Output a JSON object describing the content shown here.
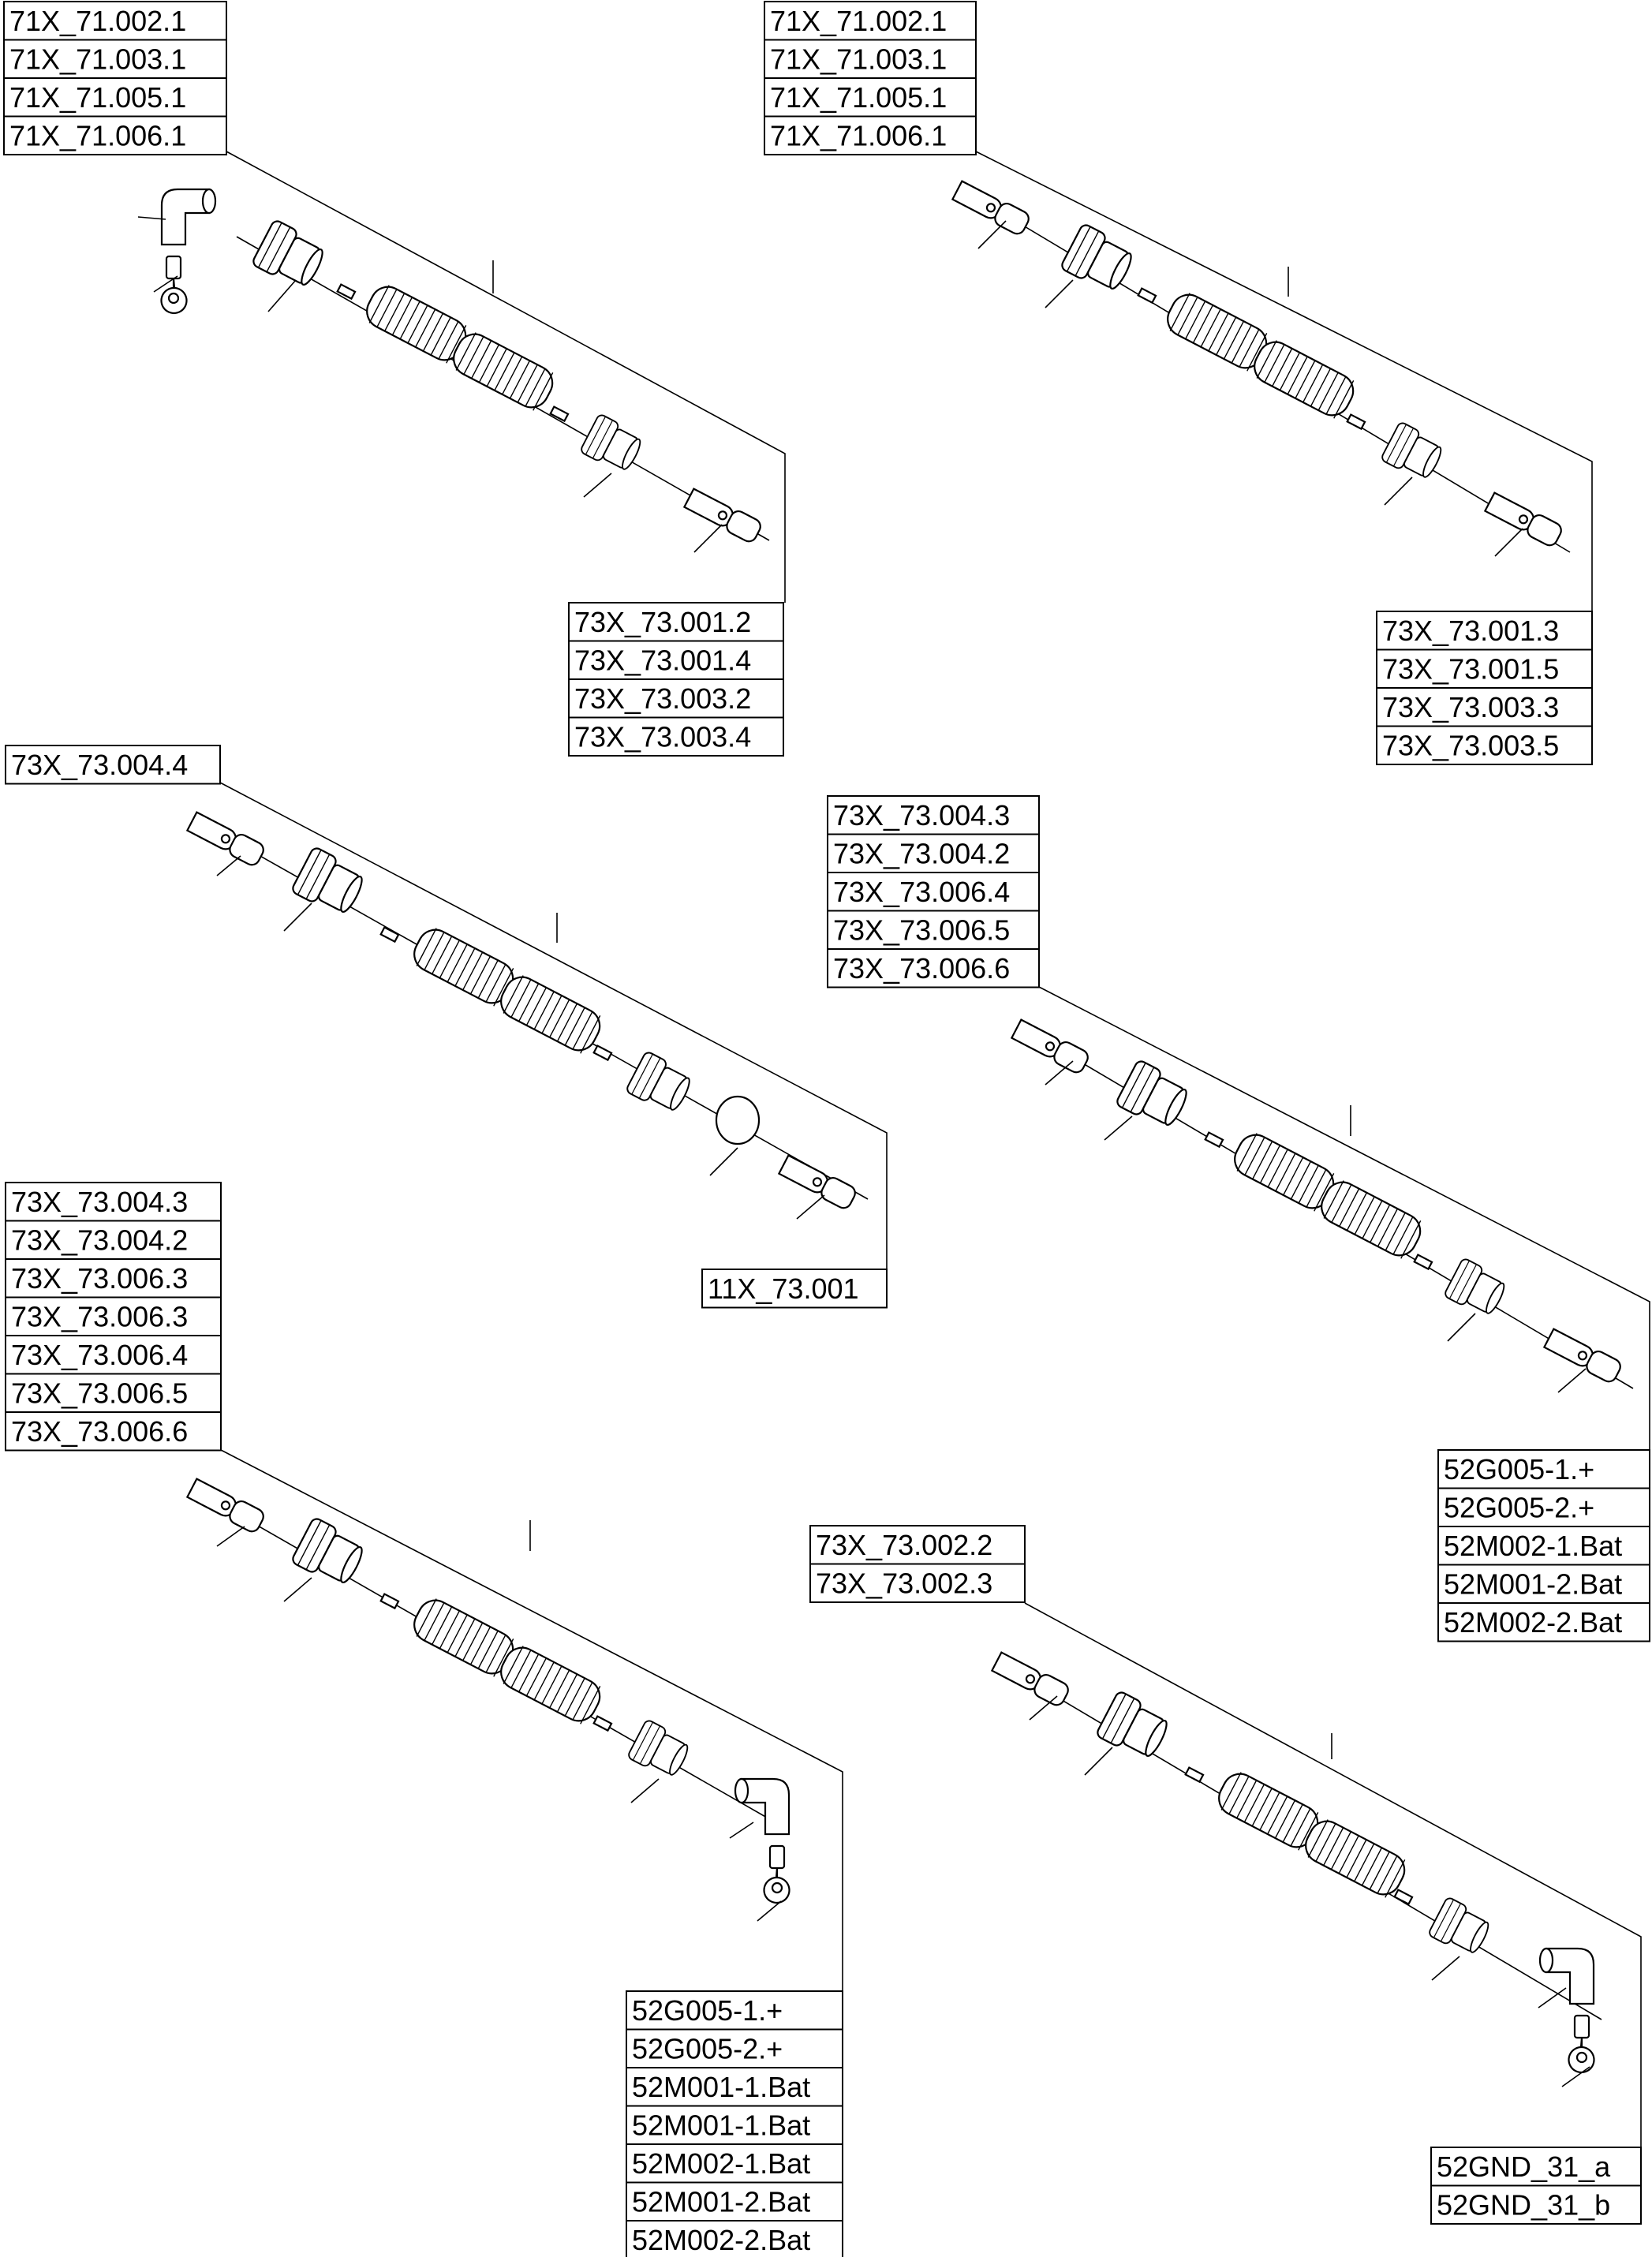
{
  "label_groups": [
    {
      "id": "g1",
      "labels": [
        "71X_71.002.1",
        "71X_71.003.1",
        "71X_71.005.1",
        "71X_71.006.1"
      ]
    },
    {
      "id": "g2",
      "labels": [
        "73X_73.001.2",
        "73X_73.001.4",
        "73X_73.003.2",
        "73X_73.003.4"
      ]
    },
    {
      "id": "g3",
      "labels": [
        "71X_71.002.1",
        "71X_71.003.1",
        "71X_71.005.1",
        "71X_71.006.1"
      ]
    },
    {
      "id": "g4",
      "labels": [
        "73X_73.001.3",
        "73X_73.001.5",
        "73X_73.003.3",
        "73X_73.003.5"
      ]
    },
    {
      "id": "g5",
      "labels": [
        "73X_73.004.4"
      ]
    },
    {
      "id": "g6",
      "labels": [
        "11X_73.001"
      ]
    },
    {
      "id": "g7",
      "labels": [
        "73X_73.004.3",
        "73X_73.004.2",
        "73X_73.006.4",
        "73X_73.006.5",
        "73X_73.006.6"
      ]
    },
    {
      "id": "g8",
      "labels": [
        "52G005-1.+",
        "52G005-2.+",
        "52M002-1.Bat",
        "52M001-2.Bat",
        "52M002-2.Bat"
      ]
    },
    {
      "id": "g9",
      "labels": [
        "73X_73.004.3",
        "73X_73.004.2",
        "73X_73.006.3",
        "73X_73.006.3",
        "73X_73.006.4",
        "73X_73.006.5",
        "73X_73.006.6"
      ]
    },
    {
      "id": "g10",
      "labels": [
        "52G005-1.+",
        "52G005-2.+",
        "52M001-1.Bat",
        "52M001-1.Bat",
        "52M002-1.Bat",
        "52M001-2.Bat",
        "52M002-2.Bat"
      ]
    },
    {
      "id": "g11",
      "labels": [
        "73X_73.002.2",
        "73X_73.002.3"
      ]
    },
    {
      "id": "g12",
      "labels": [
        "52GND_31_a",
        "52GND_31_b"
      ]
    }
  ]
}
